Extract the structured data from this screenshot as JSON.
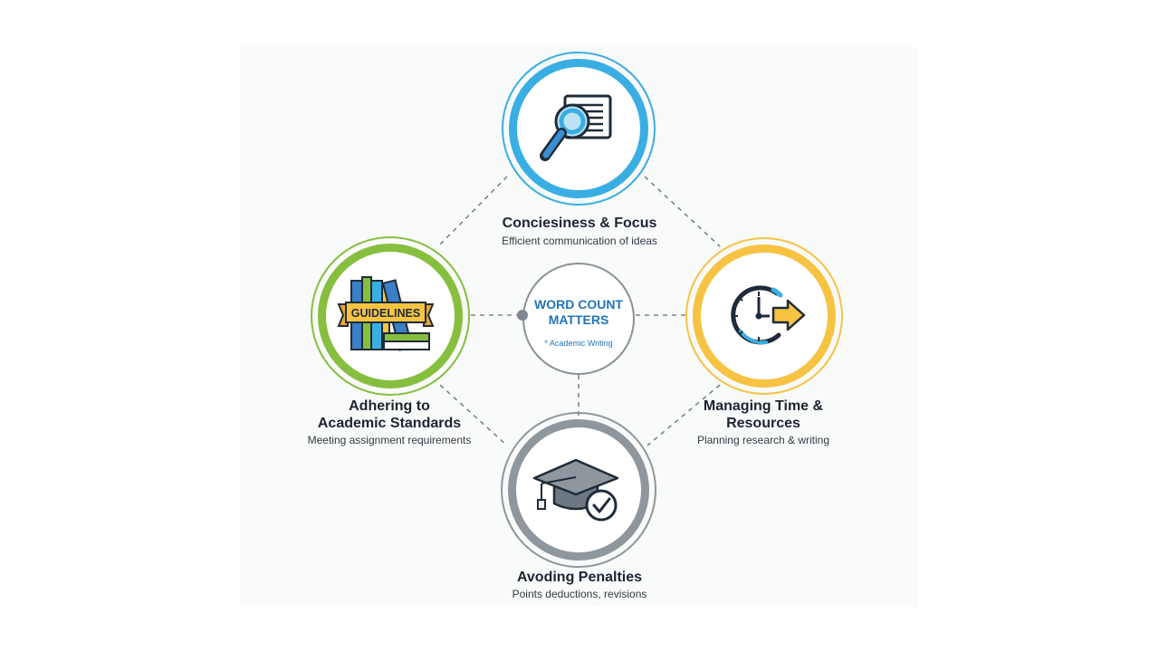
{
  "center": {
    "title_line1": "WORD COUNT",
    "title_line2": "MATTERS",
    "subtitle": "* Academic Writing"
  },
  "nodes": {
    "top": {
      "title": "Conciesiness & Focus",
      "subtitle": "Efficient communication of ideas",
      "icon": "magnifying-glass-document-icon",
      "color": "#3aaee3"
    },
    "left": {
      "title_line1": "Adhering to",
      "title_line2": "Academic Standards",
      "subtitle": "Meeting assignment requirements",
      "icon": "books-guidelines-icon",
      "banner_text": "GUIDELINES",
      "color": "#86bf3f"
    },
    "right": {
      "title_line1": "Managing Time &",
      "title_line2": "Resources",
      "subtitle": "Planning research & writing",
      "icon": "clock-arrow-icon",
      "color": "#f6c343"
    },
    "bottom": {
      "title": "Avoding Penalties",
      "subtitle": "Points deductions, revisions",
      "icon": "graduation-cap-check-icon",
      "color": "#8f979e"
    }
  }
}
